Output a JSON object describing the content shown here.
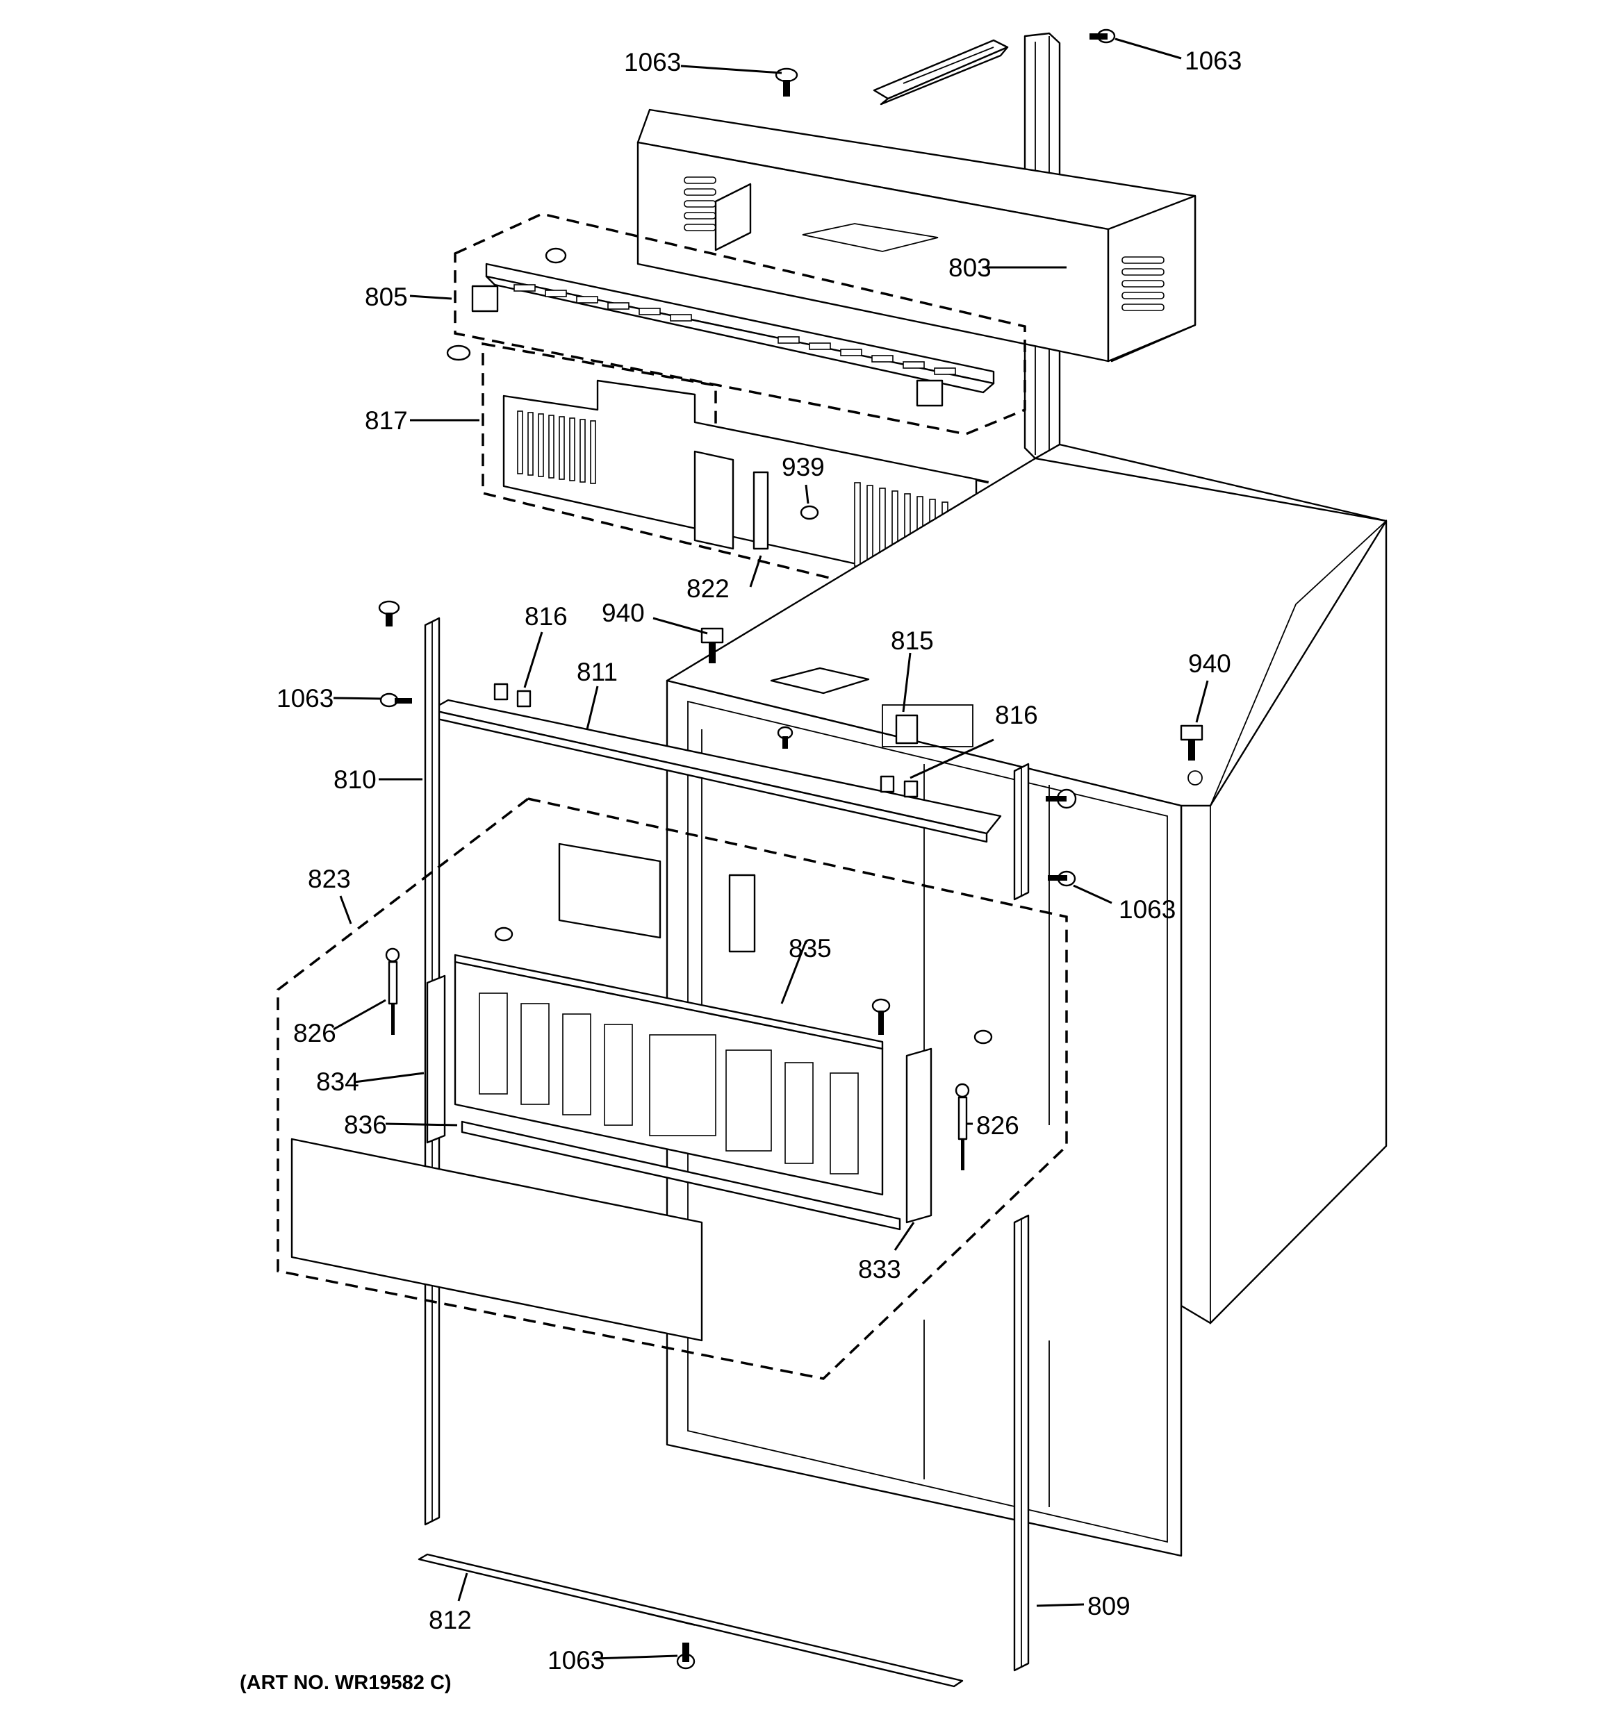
{
  "art_number": "(ART NO. WR19582 C)",
  "callouts": {
    "c803": "803",
    "c805": "805",
    "c809": "809",
    "c810": "810",
    "c811": "811",
    "c812": "812",
    "c815": "815",
    "c816a": "816",
    "c816b": "816",
    "c817": "817",
    "c822": "822",
    "c823": "823",
    "c826a": "826",
    "c826b": "826",
    "c833": "833",
    "c834": "834",
    "c835": "835",
    "c836": "836",
    "c939": "939",
    "c940a": "940",
    "c940b": "940",
    "c1063a": "1063",
    "c1063b": "1063",
    "c1063c": "1063",
    "c1063d": "1063",
    "c1063e": "1063"
  }
}
